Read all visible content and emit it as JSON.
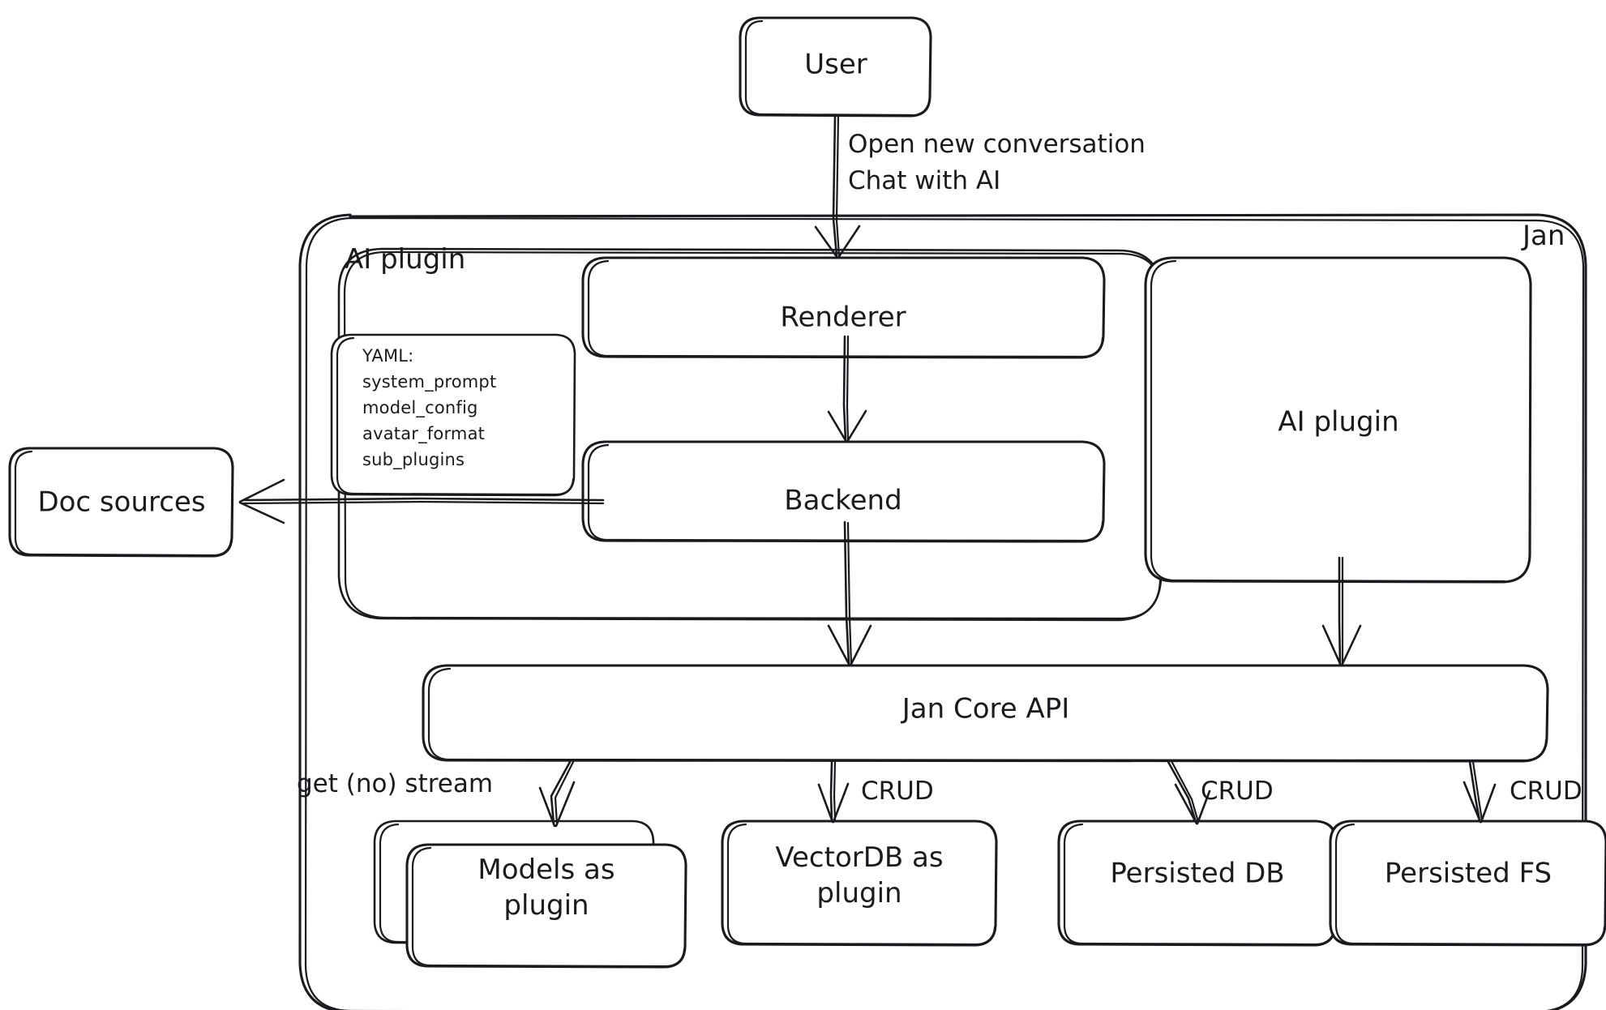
{
  "diagram": {
    "title": "Jan architecture sketch",
    "style": "hand-drawn",
    "stroke_color": "#1b1b1f",
    "fill_color": "#ffffff",
    "background": "#ffffff"
  },
  "groups": [
    {
      "id": "jan",
      "label": "Jan"
    },
    {
      "id": "ai-plugin-group",
      "label": "AI plugin"
    }
  ],
  "nodes": [
    {
      "id": "user",
      "label": "User"
    },
    {
      "id": "renderer",
      "label": "Renderer"
    },
    {
      "id": "backend",
      "label": "Backend"
    },
    {
      "id": "ai-plugin",
      "label": "AI plugin"
    },
    {
      "id": "doc-sources",
      "label": "Doc sources"
    },
    {
      "id": "jan-core-api",
      "label": "Jan Core API"
    },
    {
      "id": "models-plugin",
      "line1": "Models as",
      "line2": "plugin"
    },
    {
      "id": "vectordb-plugin",
      "line1": "VectorDB as",
      "line2": "plugin"
    },
    {
      "id": "persisted-db",
      "label": "Persisted DB"
    },
    {
      "id": "persisted-fs",
      "label": "Persisted FS"
    }
  ],
  "yaml_card": {
    "header": "YAML:",
    "keys": [
      "system_prompt",
      "model_config",
      "avatar_format",
      "sub_plugins"
    ]
  },
  "edge_labels": [
    {
      "id": "user-to-renderer-line1",
      "text": "Open new conversation"
    },
    {
      "id": "user-to-renderer-line2",
      "text": "Chat with AI"
    },
    {
      "id": "core-to-models",
      "text": "get (no) stream"
    },
    {
      "id": "core-to-vectordb",
      "text": "CRUD"
    },
    {
      "id": "core-to-persisted-db",
      "text": "CRUD"
    },
    {
      "id": "core-to-persisted-fs",
      "text": "CRUD"
    }
  ]
}
